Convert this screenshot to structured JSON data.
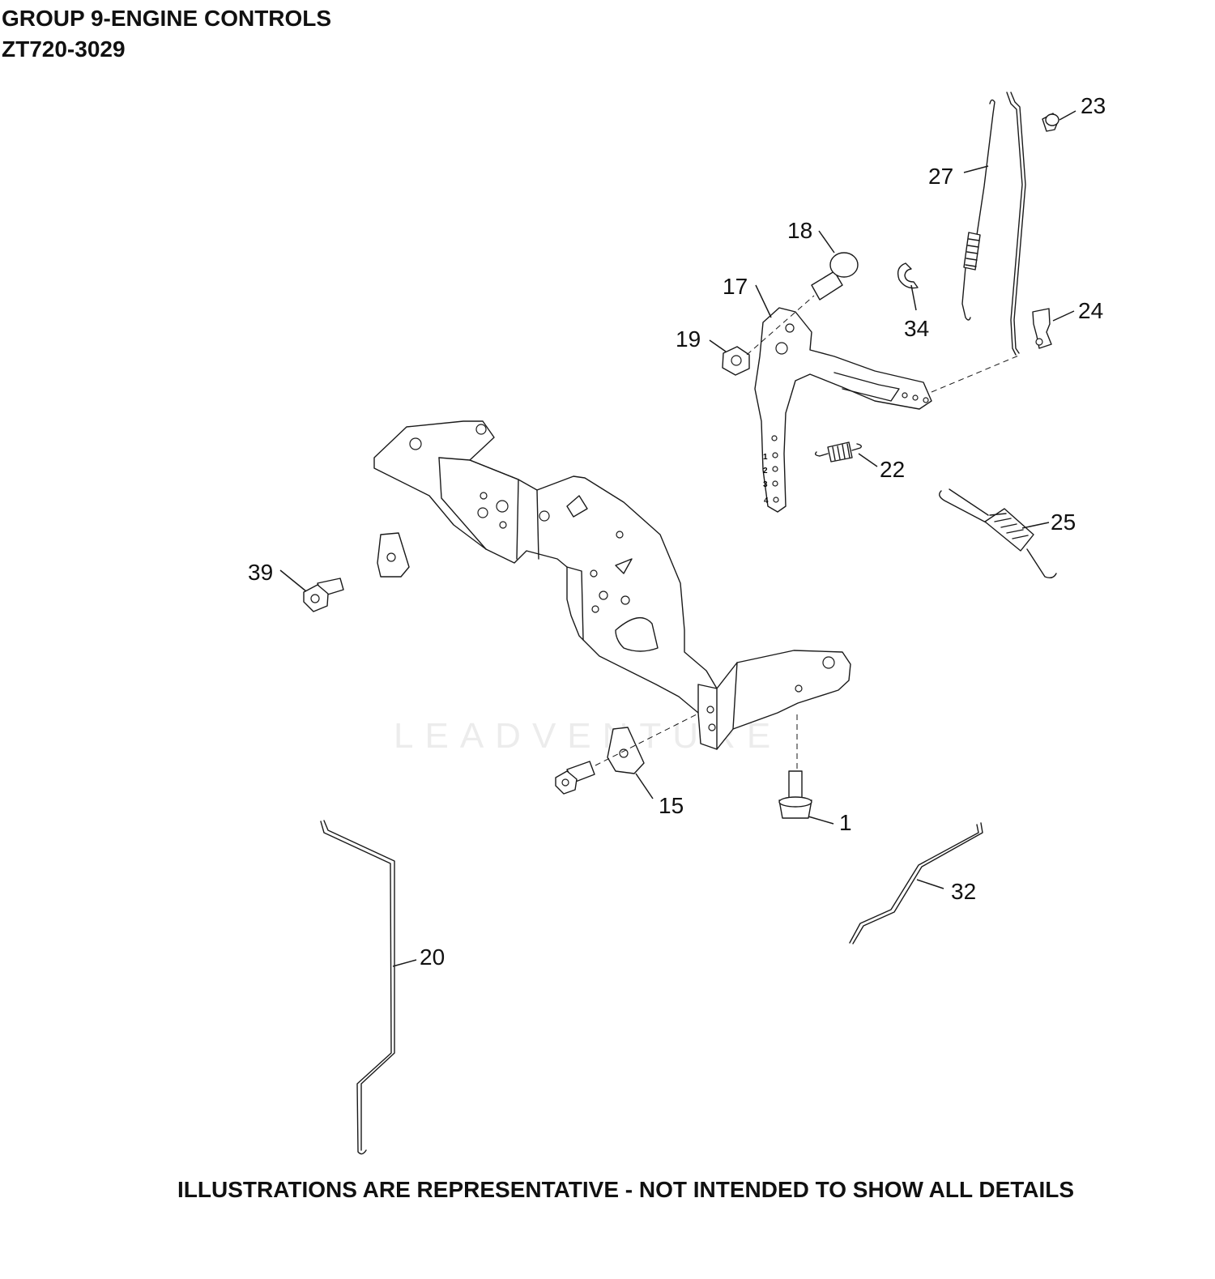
{
  "header": {
    "title": "GROUP 9-ENGINE CONTROLS",
    "model": "ZT720-3029"
  },
  "footer": {
    "disclaimer": "ILLUSTRATIONS ARE REPRESENTATIVE - NOT INTENDED TO SHOW ALL DETAILS"
  },
  "watermark": {
    "text": "LEADVENTURE"
  },
  "callouts": {
    "c1": "1",
    "c15": "15",
    "c17": "17",
    "c18": "18",
    "c19": "19",
    "c20": "20",
    "c22": "22",
    "c23": "23",
    "c24": "24",
    "c25": "25",
    "c27": "27",
    "c32": "32",
    "c34": "34",
    "c39": "39"
  },
  "lever_marks": [
    "1",
    "2",
    "3",
    "4"
  ]
}
